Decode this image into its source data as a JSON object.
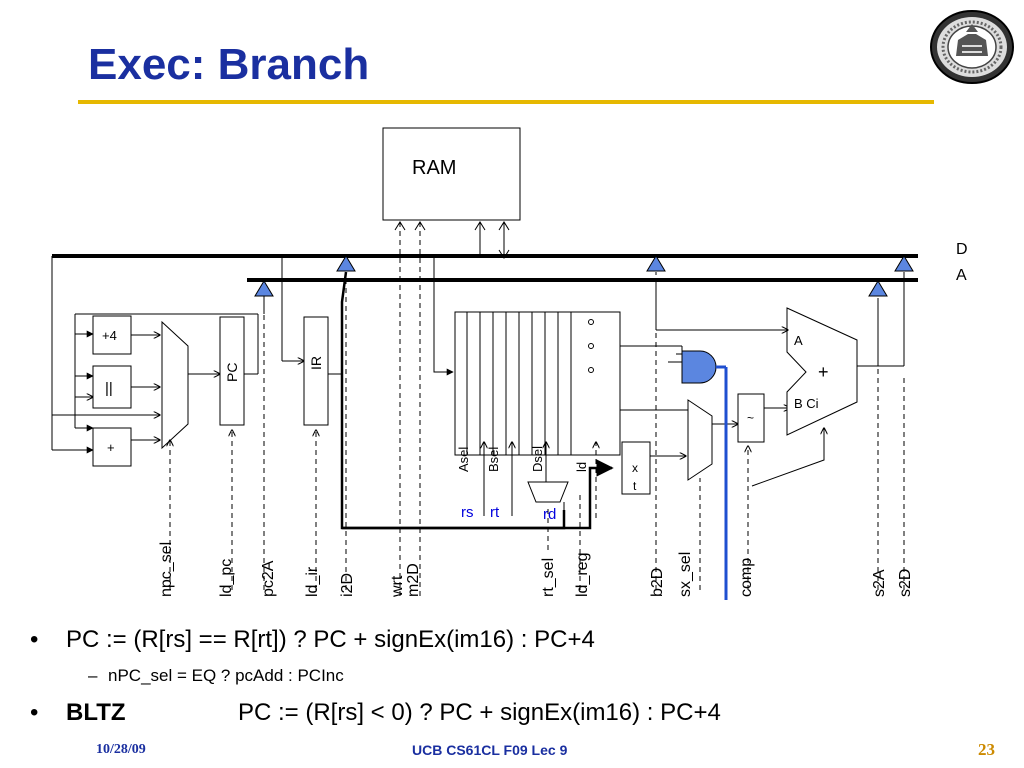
{
  "slide": {
    "title": "Exec: Branch",
    "bullets": [
      {
        "text": "PC := (R[rs] == R[rt]) ? PC + signEx(im16) : PC+4",
        "sub": "nPC_sel = EQ ? pcAdd : PCInc"
      },
      {
        "keyword": "BLTZ",
        "text": "PC := (R[rs] < 0) ? PC + signEx(im16) : PC+4"
      }
    ],
    "footer": {
      "date": "10/28/09",
      "course": "UCB CS61CL F09 Lec 9",
      "page": "23"
    }
  },
  "diagram": {
    "ram": "RAM",
    "bus_d": "D",
    "bus_a": "A",
    "plus4": "+4",
    "concat": "||",
    "adder": "+",
    "pc": "PC",
    "ir": "IR",
    "regfile_sel": [
      "Asel",
      "Bsel",
      "Dsel",
      "ld"
    ],
    "reg_fields": [
      "rs",
      "rt",
      "rd"
    ],
    "sx_top": "x",
    "sx_bot": "t",
    "alu_a": "A",
    "alu_op": "+",
    "alu_bci": "B Ci",
    "inv": "~",
    "controls": [
      "npc_sel",
      "ld_pc",
      "pc2A",
      "ld_ir",
      "i2D",
      "wrt",
      "m2D",
      "rt_sel",
      "ld_reg",
      "b2D",
      "sx_sel",
      "comp",
      "s2A",
      "s2D"
    ],
    "colors": {
      "highlight": "#1f4fd0",
      "tri": "#5b86e0",
      "field_text": "#0000dd"
    }
  }
}
